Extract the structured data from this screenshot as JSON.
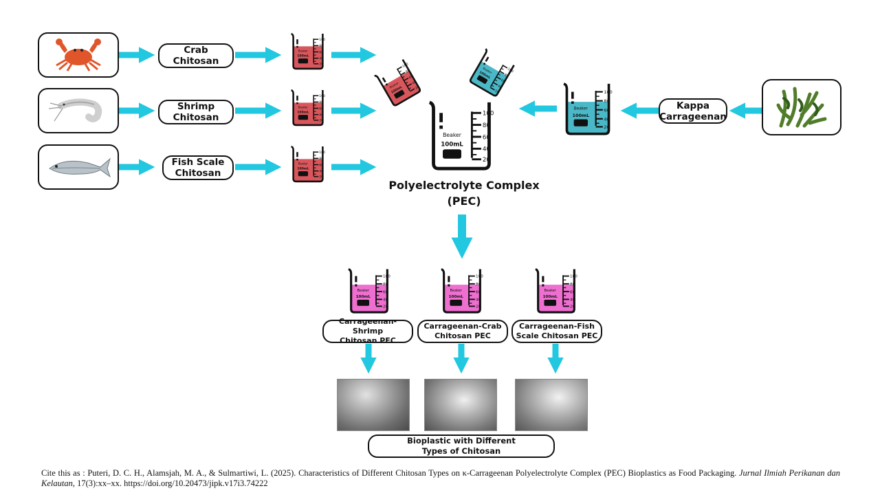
{
  "sources": [
    {
      "id": "crab",
      "image": "crab-icon",
      "label": "Crab\nChitosan",
      "beaker_color": "#d9575c"
    },
    {
      "id": "shrimp",
      "image": "shrimp-icon",
      "label": "Shrimp\nChitosan",
      "beaker_color": "#d9575c"
    },
    {
      "id": "fish",
      "image": "fish-icon",
      "label": "Fish Scale\nChitosan",
      "beaker_color": "#d9575c"
    }
  ],
  "carrageenan": {
    "image": "seaweed-icon",
    "label": "Kappa\nCarrageenan",
    "beaker_color": "#4bb8c8"
  },
  "beaker": {
    "name": "Beaker",
    "volume": "100mL",
    "ticks": [
      "100",
      "80",
      "60",
      "40",
      "20"
    ]
  },
  "pec": {
    "title": "Polyelectrolyte Complex\n(PEC)"
  },
  "products": [
    {
      "label": "Carrageenan-Shrimp\nChitosan PEC",
      "beaker_color": "#ee6fd0"
    },
    {
      "label": "Carrageenan-Crab\nChitosan PEC",
      "beaker_color": "#ee6fd0"
    },
    {
      "label": "Carrageenan-Fish\nScale Chitosan PEC",
      "beaker_color": "#ee6fd0"
    }
  ],
  "bioplastic": {
    "label": "Bioplastic with Different\nTypes of Chitosan"
  },
  "citation": {
    "prefix": "Cite this as : Puteri, D. C. H., Alamsjah, M. A., & Sulmartiwi, L. (2025). Characteristics of Different Chitosan Types on κ-Carrageenan Polyelectrolyte Complex (PEC) Bioplastics as Food Packaging. ",
    "journal": "Jurnal Ilmiah Perikanan dan Kelautan",
    "suffix": ", 17(3):xx–xx. https://doi.org/10.20473/jipk.v17i3.74222"
  },
  "colors": {
    "arrow": "#22c7e0",
    "outline": "#111111",
    "red_liquid": "#d9575c",
    "teal_liquid": "#4bb8c8",
    "pink_liquid": "#ee6fd0"
  }
}
